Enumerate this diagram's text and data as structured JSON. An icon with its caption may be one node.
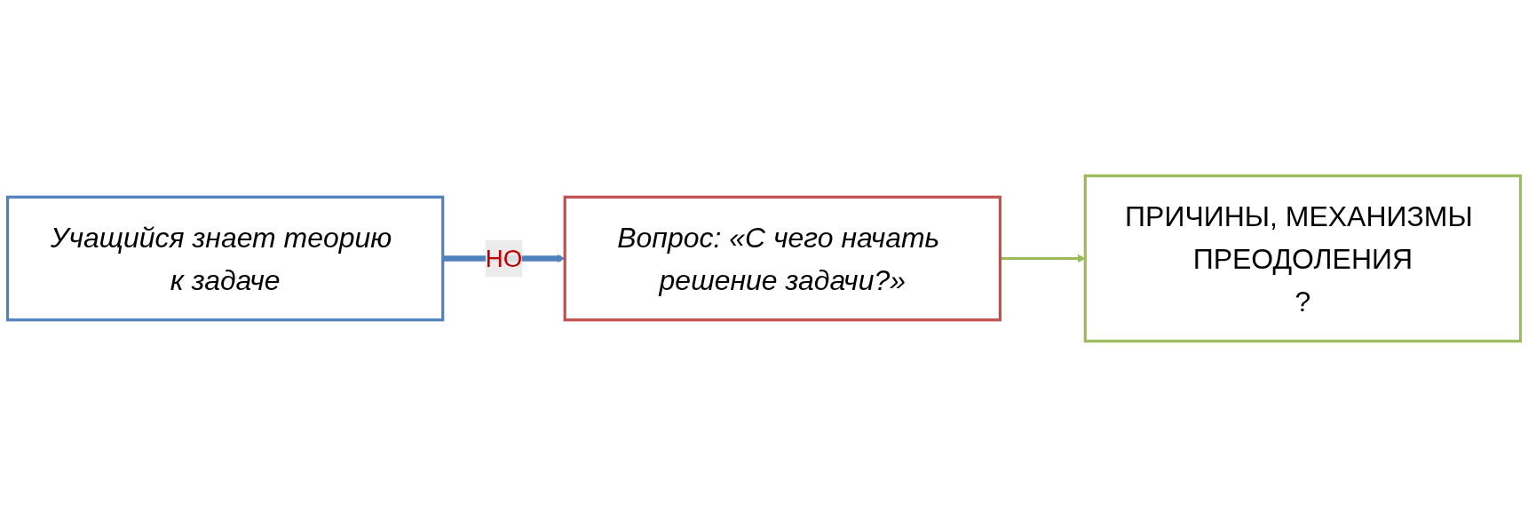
{
  "diagram": {
    "nodes": [
      {
        "text": [
          "Учащийся знает теорию к задаче"
        ]
      },
      {
        "text": [
          "Вопрос: «С чего начать решение задачи?»"
        ]
      },
      {
        "text": [
          "ПРИЧИНЫ, МЕХАНИЗМЫ ПРЕОДОЛЕНИЯ",
          "?"
        ]
      }
    ],
    "edges": [
      {
        "from": 0,
        "to": 1,
        "arrow": "to",
        "label": "НО",
        "style": "thick",
        "color": "#4f81bd"
      },
      {
        "from": 1,
        "to": 2,
        "arrow": "to",
        "color": "#9bbb59"
      }
    ]
  }
}
